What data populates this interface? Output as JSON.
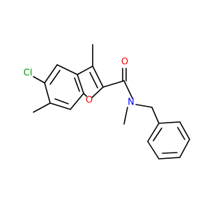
{
  "molecule": {
    "atoms": {
      "chlorine": {
        "label": "Cl",
        "color": "#00a000"
      },
      "ring_oxygen": {
        "label": "O",
        "color": "#ff0000"
      },
      "carbonyl_oxygen": {
        "label": "O",
        "color": "#ff0000"
      },
      "amide_nitrogen": {
        "label": "N",
        "color": "#0000ff"
      }
    },
    "bond_color": "#000000",
    "background": "#ffffff"
  }
}
